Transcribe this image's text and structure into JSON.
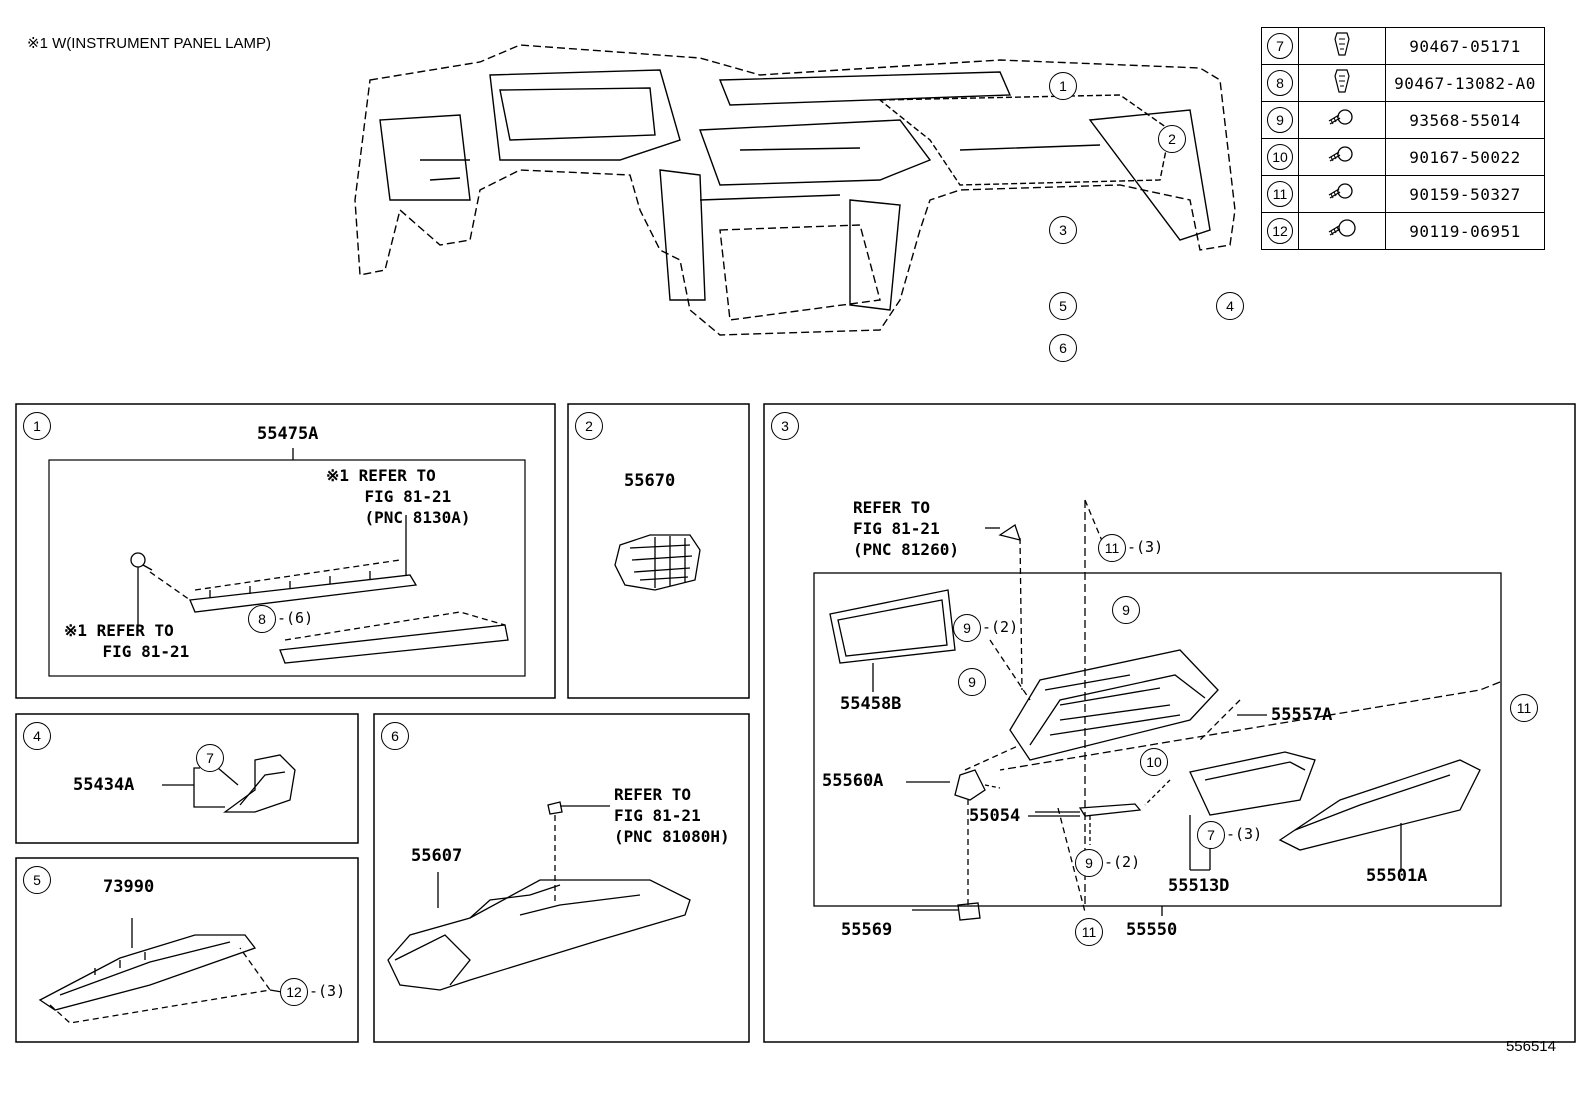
{
  "note": "※1 W(INSTRUMENT PANEL LAMP)",
  "figure_number": "556514",
  "parts_table": [
    {
      "ref": "7",
      "part_no": "90467-05171",
      "icon": "clip-icon"
    },
    {
      "ref": "8",
      "part_no": "90467-13082-A0",
      "icon": "clip-icon"
    },
    {
      "ref": "9",
      "part_no": "93568-55014",
      "icon": "screw-icon"
    },
    {
      "ref": "10",
      "part_no": "90167-50022",
      "icon": "screw-icon"
    },
    {
      "ref": "11",
      "part_no": "90159-50327",
      "icon": "screw-icon"
    },
    {
      "ref": "12",
      "part_no": "90119-06951",
      "icon": "bolt-icon"
    }
  ],
  "main_callouts": [
    "1",
    "2",
    "3",
    "4",
    "5",
    "6"
  ],
  "panel1": {
    "number": "1",
    "part": "55475A",
    "refer_top": "※1 REFER TO\n    FIG 81-21\n    (PNC 8130A)",
    "refer_bottom": "※1 REFER TO\n    FIG 81-21",
    "callout": "8",
    "qty": "-(6)"
  },
  "panel2": {
    "number": "2",
    "part": "55670"
  },
  "panel3": {
    "number": "3",
    "refer": "REFER TO\nFIG 81-21\n(PNC 81260)",
    "parts": {
      "p55458B": "55458B",
      "p55557A": "55557A",
      "p55560A": "55560A",
      "p55054": "55054",
      "p55513D": "55513D",
      "p55501A": "55501A",
      "p55569": "55569",
      "p55550": "55550"
    },
    "qty_11_3": "-(3)",
    "qty_9_2a": "-(2)",
    "qty_9_2b": "-(2)",
    "qty_7_3": "-(3)",
    "c11": "11",
    "c9": "9",
    "c10": "10",
    "c7": "7"
  },
  "panel4": {
    "number": "4",
    "part": "55434A",
    "callout": "7"
  },
  "panel5": {
    "number": "5",
    "part": "73990",
    "callout": "12",
    "qty": "-(3)"
  },
  "panel6": {
    "number": "6",
    "part": "55607",
    "refer": "REFER TO\nFIG 81-21\n(PNC 81080H)"
  }
}
